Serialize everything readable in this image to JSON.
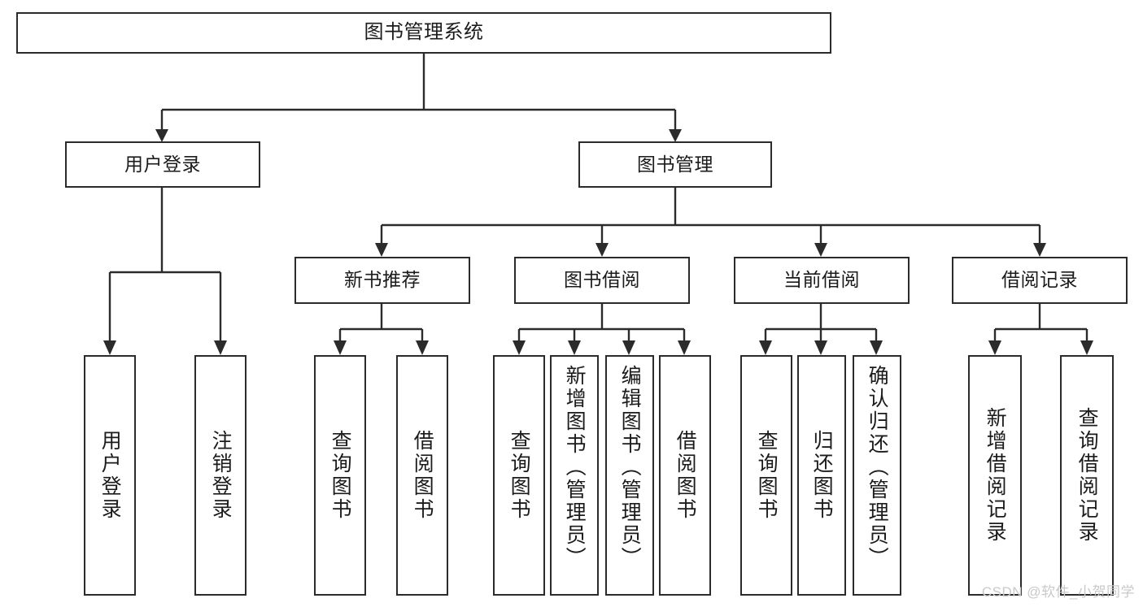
{
  "diagram": {
    "type": "tree",
    "title": "图书管理系统",
    "watermark": "CSDN @软件_小贺同学",
    "colors": {
      "stroke": "#2b2b2b",
      "box_fill": "#ffffff",
      "text": "#1b1b1b",
      "background": "#ffffff",
      "watermark": "#c9c9c9"
    },
    "nodes": {
      "root": {
        "label": "图书管理系统"
      },
      "level1": [
        {
          "label": "用户登录"
        },
        {
          "label": "图书管理"
        }
      ],
      "level2": [
        {
          "label": "新书推荐"
        },
        {
          "label": "图书借阅"
        },
        {
          "label": "当前借阅"
        },
        {
          "label": "借阅记录"
        }
      ],
      "leaves": {
        "user_login": [
          {
            "label": "用户登录"
          },
          {
            "label": "注销登录"
          }
        ],
        "new_book_recommend": [
          {
            "label": "查询图书"
          },
          {
            "label": "借阅图书"
          }
        ],
        "book_borrow": [
          {
            "label": "查询图书"
          },
          {
            "label": "新增图书（管理员）"
          },
          {
            "label": "编辑图书（管理员）"
          },
          {
            "label": "借阅图书"
          }
        ],
        "current_borrow": [
          {
            "label": "查询图书"
          },
          {
            "label": "归还图书"
          },
          {
            "label": "确认归还（管理员）"
          }
        ],
        "borrow_record": [
          {
            "label": "新增借阅记录"
          },
          {
            "label": "查询借阅记录"
          }
        ]
      }
    }
  }
}
